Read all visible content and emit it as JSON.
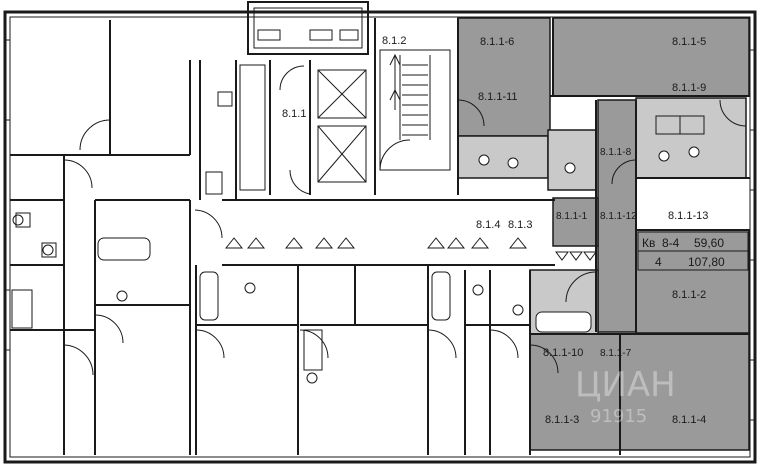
{
  "highlight_color": "#9a9a9a",
  "wall_color": "#1a1a1a",
  "rooms": [
    {
      "id": "r-8-1-1",
      "label": "8.1.1"
    },
    {
      "id": "r-8-1-2",
      "label": "8.1.2"
    },
    {
      "id": "r-8-1-3",
      "label": "8.1.3"
    },
    {
      "id": "r-8-1-4",
      "label": "8.1.4"
    },
    {
      "id": "r-8-1-1-1",
      "label": "8.1.1-1"
    },
    {
      "id": "r-8-1-1-2",
      "label": "8.1.1-2"
    },
    {
      "id": "r-8-1-1-3",
      "label": "8.1.1-3"
    },
    {
      "id": "r-8-1-1-4",
      "label": "8.1.1-4"
    },
    {
      "id": "r-8-1-1-5",
      "label": "8.1.1-5"
    },
    {
      "id": "r-8-1-1-6",
      "label": "8.1.1-6"
    },
    {
      "id": "r-8-1-1-7",
      "label": "8.1.1-7"
    },
    {
      "id": "r-8-1-1-8",
      "label": "8.1.1-8"
    },
    {
      "id": "r-8-1-1-9",
      "label": "8.1.1-9"
    },
    {
      "id": "r-8-1-1-10",
      "label": "8.1.1-10"
    },
    {
      "id": "r-8-1-1-11",
      "label": "8.1.1-11"
    },
    {
      "id": "r-8-1-1-12",
      "label": "8.1.1-12"
    },
    {
      "id": "r-8-1-1-13",
      "label": "8.1.1-13"
    }
  ],
  "apartment_info": {
    "kv_label": "Кв",
    "kv_number": "8-4",
    "rooms_count": "4",
    "living_area": "59,60",
    "total_area": "107,80"
  },
  "watermark": "ЦИАН",
  "watermark_digits": "91915"
}
